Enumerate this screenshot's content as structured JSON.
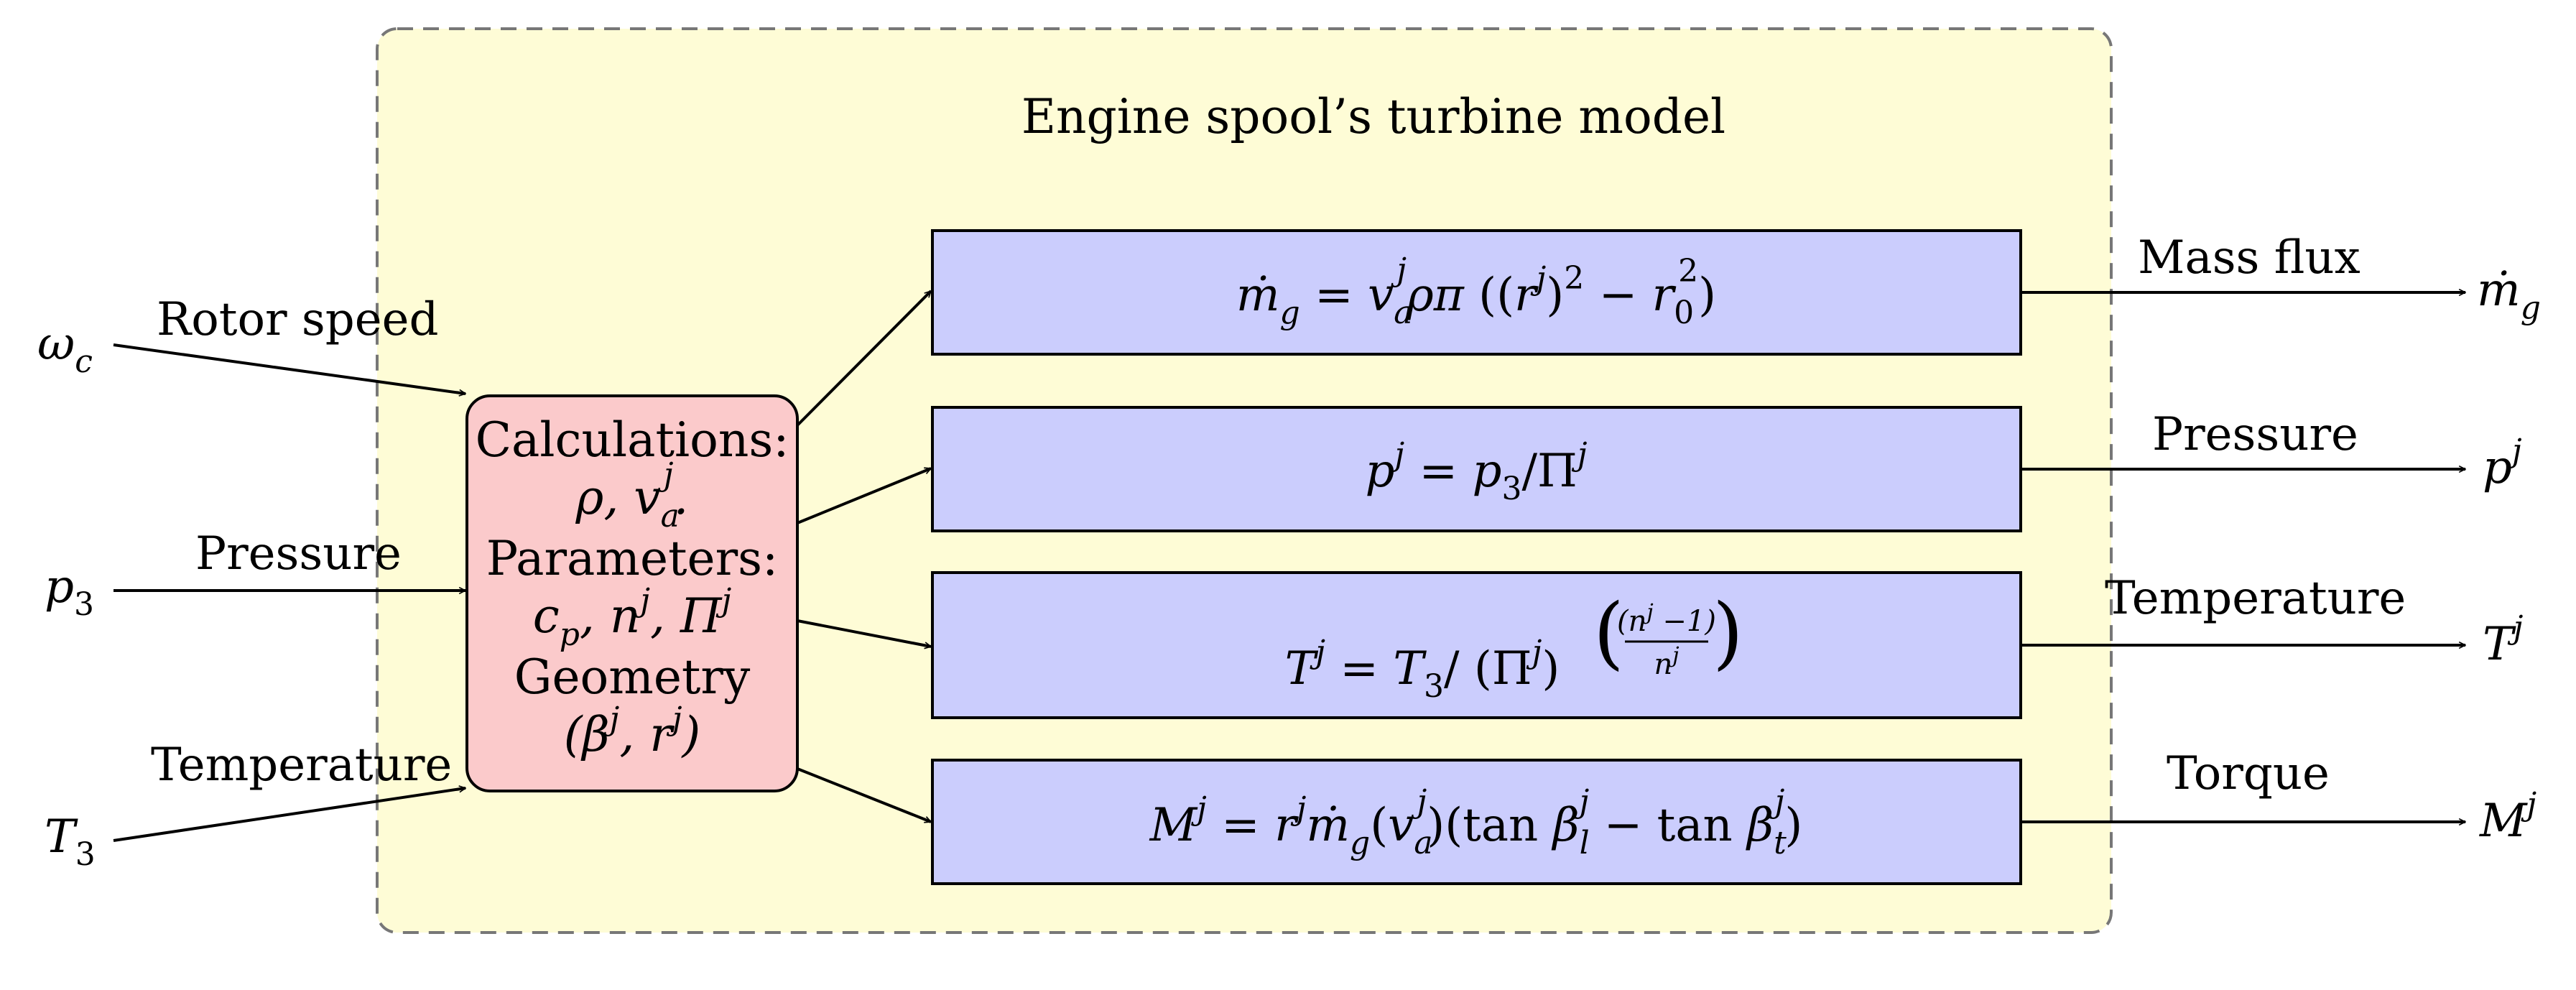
{
  "colors": {
    "container_fill": "#fefcd6",
    "container_stroke": "#777777",
    "calc_fill": "#fbcacb",
    "eq_fill": "#cbcdfd",
    "stroke": "#000000"
  },
  "container": {
    "title": "Engine spool’s turbine model"
  },
  "inputs": [
    {
      "symbol": "ω",
      "sub": "c",
      "label": "Rotor speed"
    },
    {
      "symbol": "p",
      "sub": "3",
      "label": "Pressure"
    },
    {
      "symbol": "T",
      "sub": "3",
      "label": "Temperature"
    }
  ],
  "calc_block": {
    "line1": "Calculations:",
    "line2": "ρ, v",
    "line2_sup": "j",
    "line2_sub": "a",
    "line2_end": ".",
    "line3": "Parameters:",
    "line4": "c",
    "line4_sub": "p",
    "line4_rest": ", n",
    "line4_sup": "j",
    "line4_rest2": ", Π",
    "line4_sup2": "j",
    "line5": "Geometry",
    "line6": "(β",
    "line6_sup": "j",
    "line6_mid": ", r",
    "line6_sup2": "j",
    "line6_end": ")"
  },
  "equations": {
    "massflux": "ṁ_g = v_a^j ρ π ((r^j)^2 − r_0^2)",
    "pressure": "p^j = p_3 / Π^j",
    "temperature": "T^j = T_3 / (Π^j)^((n^j − 1)/n^j)",
    "torque": "M^j = r^j ṁ_g (v_a^j)(tan β_l^j − tan β_t^j)"
  },
  "outputs": [
    {
      "label": "Mass flux",
      "symbol": "ṁ",
      "sub": "g",
      "sup": ""
    },
    {
      "label": "Pressure",
      "symbol": "p",
      "sub": "",
      "sup": "j"
    },
    {
      "label": "Temperature",
      "symbol": "T",
      "sub": "",
      "sup": "j"
    },
    {
      "label": "Torque",
      "symbol": "M",
      "sub": "",
      "sup": "j"
    }
  ]
}
